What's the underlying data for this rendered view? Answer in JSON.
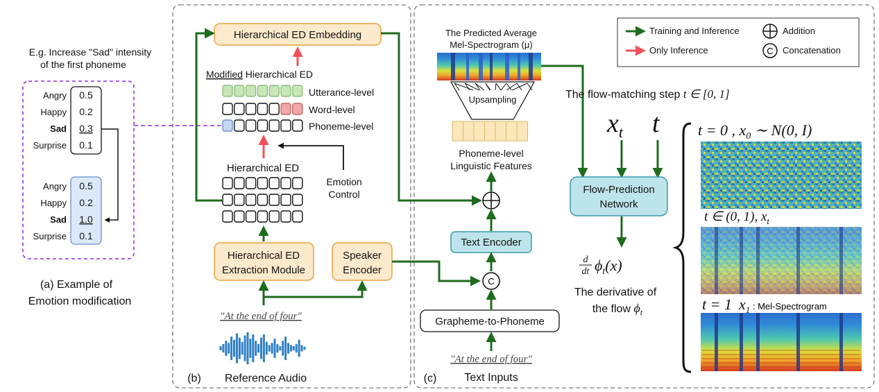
{
  "colors": {
    "green_arrow": "#1e6b1e",
    "red_arrow": "#f0505a",
    "orange_box_fill": "#fde9cc",
    "orange_box_stroke": "#e6a23c",
    "teal_box_fill": "#bde4ea",
    "teal_box_stroke": "#3a98a8",
    "blue_box_fill": "#dbe8f8",
    "blue_box_stroke": "#7da0d4",
    "purple_dash": "#8a2be2",
    "green_cell": "#c9e6b8",
    "red_cell": "#f0a8a8",
    "blue_cell": "#c7d8f2",
    "yellow_cell": "#fbe7bb"
  },
  "legend": {
    "training_inference": "Training and Inference",
    "only_inference": "Only Inference",
    "addition": "Addition",
    "concatenation": "Concatenation"
  },
  "panel_a": {
    "title_line1": "E.g. Increase \"Sad\" intensity",
    "title_line2": "of the first phoneme",
    "caption_line1": "(a) Example of",
    "caption_line2": "Emotion modification",
    "before": [
      {
        "label": "Angry",
        "value": "0.5",
        "bold": false,
        "underline": false
      },
      {
        "label": "Happy",
        "value": "0.2",
        "bold": false,
        "underline": false
      },
      {
        "label": "Sad",
        "value": "0.3",
        "bold": true,
        "underline": true
      },
      {
        "label": "Surprise",
        "value": "0.1",
        "bold": false,
        "underline": false
      }
    ],
    "after": [
      {
        "label": "Angry",
        "value": "0.5",
        "bold": false,
        "underline": false
      },
      {
        "label": "Happy",
        "value": "0.2",
        "bold": false,
        "underline": false
      },
      {
        "label": "Sad",
        "value": "1.0",
        "bold": true,
        "underline": true
      },
      {
        "label": "Surprise",
        "value": "0.1",
        "bold": false,
        "underline": false
      }
    ]
  },
  "panel_b": {
    "label": "(b)",
    "embedding_box": "Hierarchical ED Embedding",
    "modified_word": "Modified",
    "modified_rest": " Hierarchical ED",
    "levels": [
      "Utterance-level",
      "Word-level",
      "Phoneme-level"
    ],
    "hierarchical_ed": "Hierarchical ED",
    "emotion_control_line1": "Emotion",
    "emotion_control_line2": "Control",
    "extraction_line1": "Hierarchical ED",
    "extraction_line2": "Extraction Module",
    "speaker_line1": "Speaker",
    "speaker_line2": "Encoder",
    "ref_text": "\"At the end of four\"",
    "reference_audio": "Reference Audio"
  },
  "panel_c": {
    "label": "(c)",
    "predicted_line1": "The Predicted Average",
    "predicted_line2": "Mel-Spectrogram (μ)",
    "upsampling": "Upsampling",
    "phoneme_feat_line1": "Phoneme-level",
    "phoneme_feat_line2": "Linguistic Features",
    "text_encoder": "Text Encoder",
    "g2p": "Grapheme-to-Phoneme",
    "input_text": "\"At the end of four\"",
    "text_inputs": "Text Inputs",
    "addition_symbol": "+",
    "concat_symbol": "C",
    "flow_step_text": "The flow-matching step ",
    "flow_step_math": "t ∈ [0, 1]",
    "xt_symbol": "x",
    "xt_sub": "t",
    "t_symbol": "t",
    "flow_net_line1": "Flow-Prediction",
    "flow_net_line2": "Network",
    "derivative_frac_top": "d",
    "derivative_frac_bottom": "dt",
    "derivative_phi": "ϕ",
    "derivative_sub": "t",
    "derivative_arg": "(x)",
    "derivative_text1": "The derivative of",
    "derivative_text2": "the flow ",
    "derivative_text2_phi": "ϕ",
    "derivative_text2_sub": "t",
    "spec1_label": "t = 0 , x",
    "spec1_label_sub": "0",
    "spec1_label_rest": " ∼ N(0, I)",
    "spec2_label": "t ∈ (0, 1), x",
    "spec2_label_sub": "t",
    "spec3_label": "t = 1",
    "spec3_x": "x",
    "spec3_x_sub": "1",
    "spec3_text": " : Mel-Spectrogram"
  }
}
